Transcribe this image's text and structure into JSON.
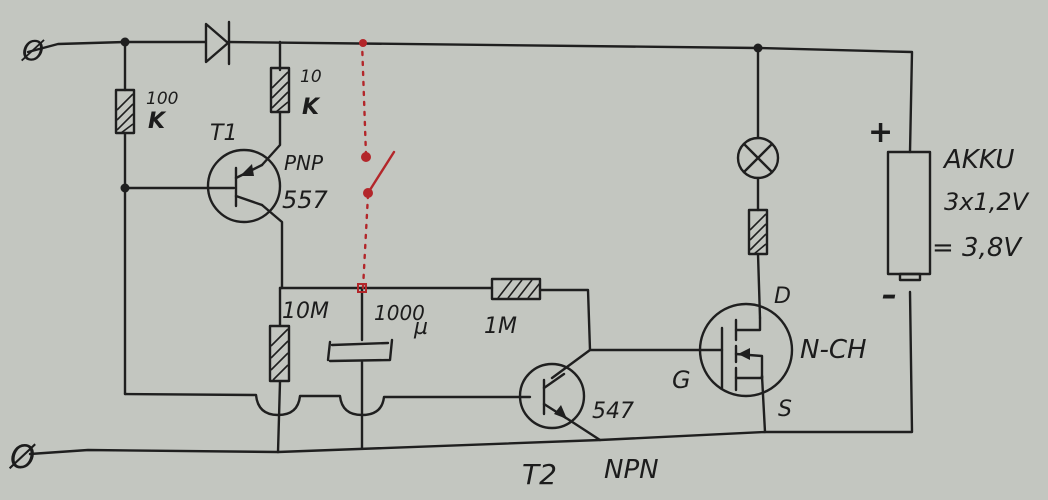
{
  "labels": {
    "r1_value": "100",
    "r1_unit": "K",
    "r2_value": "10",
    "r2_unit": "K",
    "t1_name": "T1",
    "t1_type": "PNP",
    "t1_part": "557",
    "r_10m": "10M",
    "cap_value": "1000",
    "cap_unit": "µ",
    "r_1m": "1M",
    "t2_part": "547",
    "t2_name": "T2",
    "t2_type": "NPN",
    "fet_drain": "D",
    "fet_gate": "G",
    "fet_source": "S",
    "fet_type": "N-CH",
    "battery_plus": "+",
    "battery_minus": "–",
    "battery_title": "AKKU",
    "battery_cells": "3x1,2V",
    "battery_total": "= 3,8V",
    "terminal_top": "Ø",
    "terminal_bottom": "Ø"
  },
  "colors": {
    "ink": "#1f1f1f",
    "switch_red": "#b3262a",
    "paper": "#c3c6c0"
  }
}
